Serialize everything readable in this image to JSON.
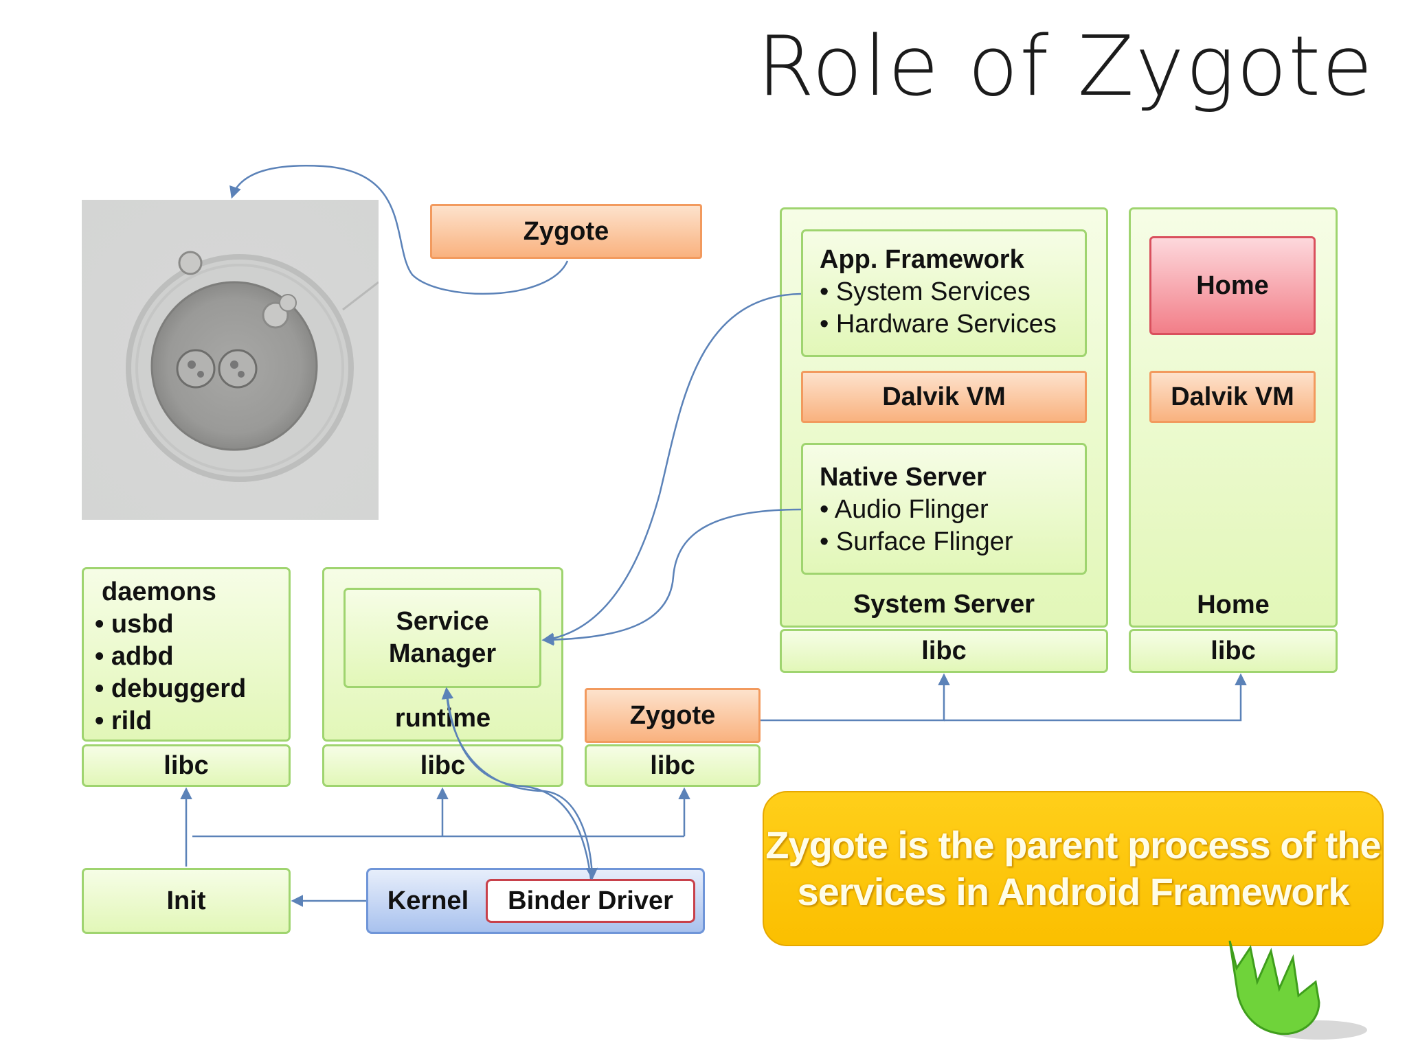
{
  "title": "Role of Zygote",
  "nodes": {
    "zygote_top": "Zygote",
    "app_framework": {
      "heading": "App. Framework",
      "items": [
        "• System Services",
        "• Hardware Services"
      ]
    },
    "dalvik_system": "Dalvik VM",
    "native_server": {
      "heading": "Native Server",
      "items": [
        "• Audio Flinger",
        "• Surface Flinger"
      ]
    },
    "system_server": "System Server",
    "system_libc": "libc",
    "home_app": "Home",
    "dalvik_home": "Dalvik VM",
    "home_label": "Home",
    "home_libc": "libc",
    "daemons": {
      "heading": "daemons",
      "items": [
        "• usbd",
        "• adbd",
        "• debuggerd",
        "• rild"
      ]
    },
    "daemons_libc": "libc",
    "service_manager": "Service Manager",
    "runtime": "runtime",
    "runtime_libc": "libc",
    "zygote_mid": "Zygote",
    "zygote_libc": "libc",
    "init": "Init",
    "kernel": "Kernel",
    "binder_driver": "Binder Driver"
  },
  "callout": "Zygote is the parent process of the services in Android Framework",
  "colors": {
    "green_fill": "#e2f7b8",
    "green_border": "#9fd46f",
    "orange_fill": "#f9b27f",
    "pink_fill": "#f27e88",
    "kernel_fill": "#a9c2ee",
    "arrow": "#5b82b8",
    "callout_fill": "#fbbf00"
  }
}
